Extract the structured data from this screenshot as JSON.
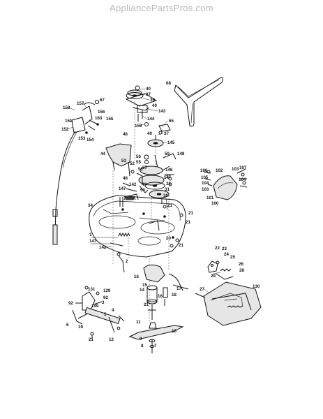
{
  "watermark": "AppliancePartsPros.com",
  "part_labels": [
    {
      "id": "l68",
      "text": "68"
    },
    {
      "id": "l40a",
      "text": "40"
    },
    {
      "id": "l37a",
      "text": "37"
    },
    {
      "id": "l36",
      "text": "36"
    },
    {
      "id": "l40b",
      "text": "40"
    },
    {
      "id": "l143",
      "text": "143"
    },
    {
      "id": "l144",
      "text": "144"
    },
    {
      "id": "l159",
      "text": "159"
    },
    {
      "id": "l65",
      "text": "65"
    },
    {
      "id": "l40c",
      "text": "40"
    },
    {
      "id": "l37b",
      "text": "37"
    },
    {
      "id": "l145",
      "text": "145"
    },
    {
      "id": "l157",
      "text": "157"
    },
    {
      "id": "l67",
      "text": "67"
    },
    {
      "id": "l158",
      "text": "158"
    },
    {
      "id": "l156",
      "text": "156"
    },
    {
      "id": "l163",
      "text": "163"
    },
    {
      "id": "l155",
      "text": "155"
    },
    {
      "id": "l151",
      "text": "151"
    },
    {
      "id": "l152",
      "text": "152"
    },
    {
      "id": "l153",
      "text": "153"
    },
    {
      "id": "l154",
      "text": "154"
    },
    {
      "id": "l46",
      "text": "46"
    },
    {
      "id": "l44",
      "text": "44"
    },
    {
      "id": "l56",
      "text": "56"
    },
    {
      "id": "l55",
      "text": "55"
    },
    {
      "id": "l57",
      "text": "57"
    },
    {
      "id": "l59",
      "text": "59"
    },
    {
      "id": "l148",
      "text": "148"
    },
    {
      "id": "l53",
      "text": "53"
    },
    {
      "id": "l52",
      "text": "52"
    },
    {
      "id": "l51",
      "text": "51"
    },
    {
      "id": "l147a",
      "text": "147"
    },
    {
      "id": "l146",
      "text": "146"
    },
    {
      "id": "l48",
      "text": "48"
    },
    {
      "id": "l49",
      "text": "49"
    },
    {
      "id": "l142a",
      "text": "142"
    },
    {
      "id": "l50",
      "text": "50"
    },
    {
      "id": "l54",
      "text": "54"
    },
    {
      "id": "l33",
      "text": "33"
    },
    {
      "id": "l32",
      "text": "32"
    },
    {
      "id": "l31",
      "text": "31"
    },
    {
      "id": "l30",
      "text": "30"
    },
    {
      "id": "l106",
      "text": "106"
    },
    {
      "id": "l102",
      "text": "102"
    },
    {
      "id": "l103",
      "text": "103"
    },
    {
      "id": "l105",
      "text": "105"
    },
    {
      "id": "l104a",
      "text": "104"
    },
    {
      "id": "l103b",
      "text": "103"
    },
    {
      "id": "l101",
      "text": "101"
    },
    {
      "id": "l107",
      "text": "107"
    },
    {
      "id": "l104b",
      "text": "104"
    },
    {
      "id": "l100",
      "text": "100"
    },
    {
      "id": "l34",
      "text": "34"
    },
    {
      "id": "l21a",
      "text": "21"
    },
    {
      "id": "l21b",
      "text": "21"
    },
    {
      "id": "l21c",
      "text": "21"
    },
    {
      "id": "l1",
      "text": "1"
    },
    {
      "id": "l147b",
      "text": "147"
    },
    {
      "id": "l142b",
      "text": "142"
    },
    {
      "id": "l20",
      "text": "20"
    },
    {
      "id": "l21d",
      "text": "21"
    },
    {
      "id": "l2",
      "text": "2"
    },
    {
      "id": "l16",
      "text": "16"
    },
    {
      "id": "l15",
      "text": "15"
    },
    {
      "id": "l14",
      "text": "14"
    },
    {
      "id": "l16b",
      "text": "16"
    },
    {
      "id": "l18",
      "text": "18"
    },
    {
      "id": "l17",
      "text": "17"
    },
    {
      "id": "l21e",
      "text": "21"
    },
    {
      "id": "l22",
      "text": "22"
    },
    {
      "id": "l23",
      "text": "23"
    },
    {
      "id": "l24",
      "text": "24"
    },
    {
      "id": "l25",
      "text": "25"
    },
    {
      "id": "l26",
      "text": "26"
    },
    {
      "id": "l28",
      "text": "28"
    },
    {
      "id": "l29",
      "text": "29"
    },
    {
      "id": "l27",
      "text": "27"
    },
    {
      "id": "l130",
      "text": "130"
    },
    {
      "id": "l131",
      "text": "131"
    },
    {
      "id": "l129",
      "text": "129"
    },
    {
      "id": "l92a",
      "text": "92"
    },
    {
      "id": "l92b",
      "text": "92"
    },
    {
      "id": "l3",
      "text": "3"
    },
    {
      "id": "l149",
      "text": "149"
    },
    {
      "id": "l4",
      "text": "4"
    },
    {
      "id": "l5",
      "text": "5"
    },
    {
      "id": "l6",
      "text": "6"
    },
    {
      "id": "l19",
      "text": "19"
    },
    {
      "id": "l21f",
      "text": "21"
    },
    {
      "id": "l12",
      "text": "12"
    },
    {
      "id": "l11",
      "text": "11"
    },
    {
      "id": "l10",
      "text": "10"
    },
    {
      "id": "l9",
      "text": "9"
    },
    {
      "id": "l8",
      "text": "8"
    },
    {
      "id": "l7",
      "text": "7"
    }
  ]
}
